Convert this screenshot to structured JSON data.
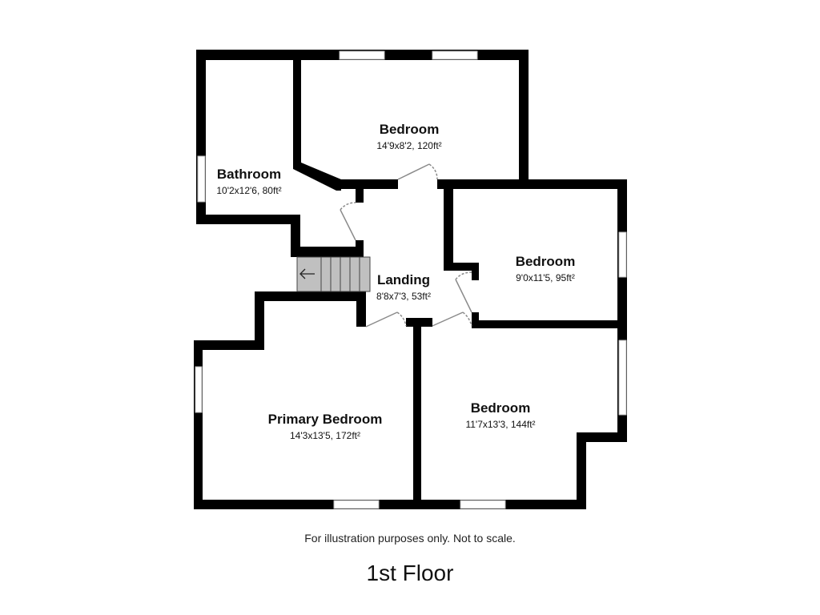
{
  "plan": {
    "floor_title": "1st Floor",
    "disclaimer": "For illustration purposes only. Not to scale.",
    "wall_color": "#000000",
    "window_color": "#ffffff",
    "stairs_color": "#c0c0c0",
    "door_color": "#8a8a8a",
    "stairs_direction_icon": "arrow-left"
  },
  "rooms": [
    {
      "name": "Bedroom",
      "dims": "14'9x8'2, 120ft²"
    },
    {
      "name": "Bathroom",
      "dims": "10'2x12'6, 80ft²"
    },
    {
      "name": "Bedroom",
      "dims": "9'0x11'5, 95ft²"
    },
    {
      "name": "Landing",
      "dims": "8'8x7'3, 53ft²"
    },
    {
      "name": "Primary Bedroom",
      "dims": "14'3x13'5, 172ft²"
    },
    {
      "name": "Bedroom",
      "dims": "11'7x13'3, 144ft²"
    }
  ]
}
